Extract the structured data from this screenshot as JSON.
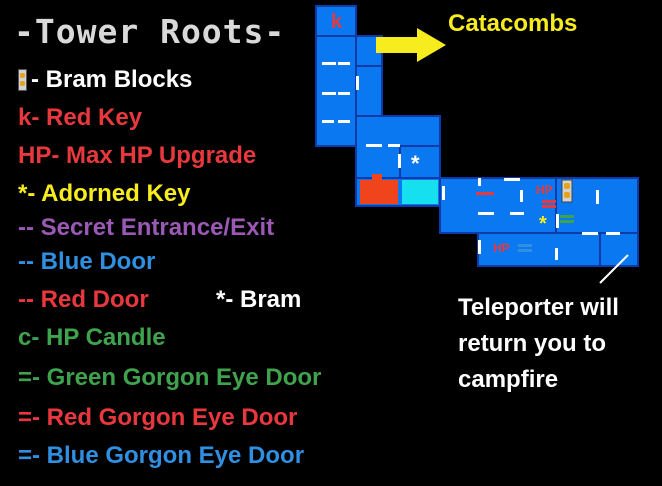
{
  "title": "-Tower Roots-",
  "legend": [
    {
      "icon": "bram-block-icon",
      "text": " - Bram Blocks",
      "color": "#ffffff"
    },
    {
      "symbol": "k",
      "text": " - Red Key",
      "color": "#e8383d"
    },
    {
      "symbol": "HP",
      "text": " - Max HP Upgrade",
      "color": "#e8383d"
    },
    {
      "symbol": "*",
      "text": " - Adorned Key",
      "color": "#f7ec1d"
    },
    {
      "symbol": "-",
      "text": " - Secret Entrance/Exit",
      "color": "#9b59b6"
    },
    {
      "symbol": "-",
      "text": " - Blue Door",
      "color": "#2f8fe0"
    },
    {
      "symbol": "-",
      "text": " - Red Door",
      "color": "#e8383d"
    },
    {
      "symbol": "c",
      "text": " - HP Candle",
      "color": "#3fa34d"
    },
    {
      "symbol": "=",
      "text": " - Green Gorgon Eye Door",
      "color": "#3fa34d"
    },
    {
      "symbol": "=",
      "text": " - Red Gorgon Eye Door",
      "color": "#e8383d"
    },
    {
      "symbol": "=",
      "text": " - Blue Gorgon Eye Door",
      "color": "#2f8fe0"
    }
  ],
  "bram_entry": {
    "symbol": "*",
    "text": " - Bram",
    "color": "#ffffff"
  },
  "map": {
    "destination_label": "Catacombs",
    "teleporter_note": [
      "Teleporter will",
      "return you to",
      "campfire"
    ],
    "room_symbols": {
      "red_key": "k",
      "hp_upgrade_top": "HP",
      "hp_upgrade_bottom": "HP",
      "adorned_key": "*",
      "bram": "*"
    },
    "colors": {
      "room": "#0a78f0",
      "room_border": "#0f3aa8",
      "special_red": "#f0441c",
      "special_cyan": "#16e0f0",
      "arrow": "#f7ec1d"
    }
  }
}
